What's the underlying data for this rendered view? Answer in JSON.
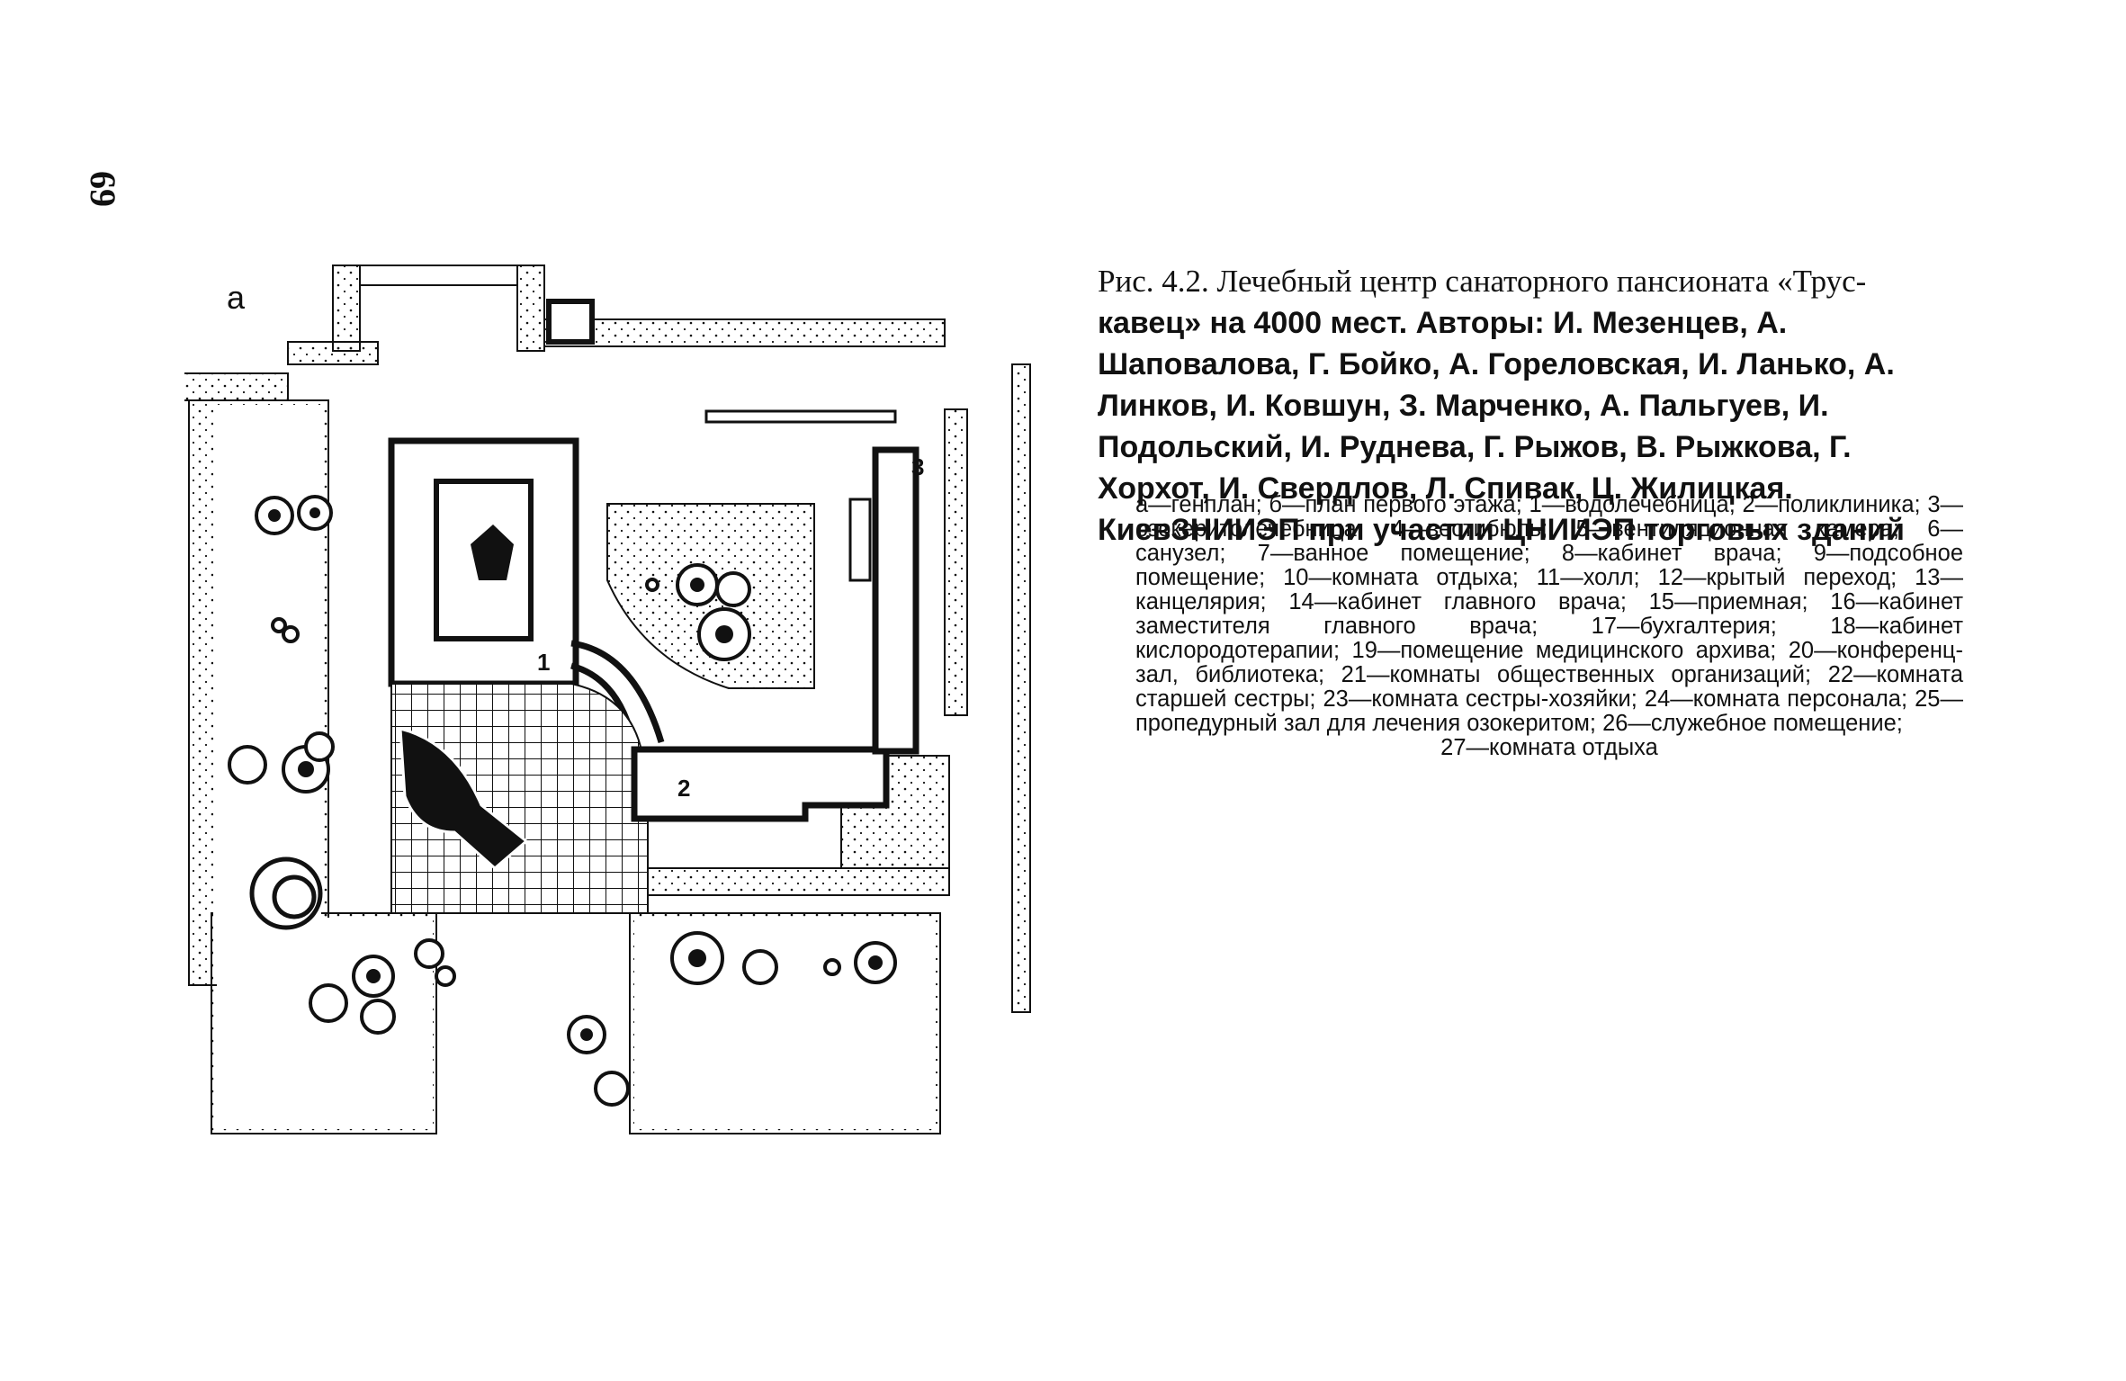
{
  "page_number": "69",
  "plan_label": "а",
  "building_labels": [
    "1",
    "2",
    "3"
  ],
  "caption_title": "Рис. 4.2. Лечебный центр санаторного пансионата «Трус-",
  "caption_body": "кавец» на 4000 мест. Авторы: И. Мезенцев, А. Шаповалова, Г. Бойко, А. Гореловская, И. Ланько, А. Линков, И. Ковшун, З. Марченко, А. Пальгуев, И. Подольский, И. Руднева, Г. Рыжов, В. Рыжкова, Г. Хорхот, И. Свердлов, Л. Спивак, Ц. Жилицкая. КиевЗНИИЭП при участии ЦНИИЭП торговых зданий",
  "legend_text": "а—генплан; б—план первого этажа; 1—водолечебница; 2—поликлиника; 3—озокеритолечебница; 4—вестибюль; 5—вентиляционная камера; 6—санузел; 7—ванное помещение; 8—кабинет врача; 9—подсобное помещение; 10—комната отдыха; 11—холл; 12—крытый переход; 13—канцелярия; 14—кабинет главного врача; 15—приемная; 16—кабинет заместителя главного врача; 17—бухгалтерия; 18—кабинет кислородотерапии; 19—помещение медицинского архива; 20—конференц-зал, библиотека; 21—комнаты общественных организаций; 22—комната старшей сестры; 23—комната сестры-хозяйки; 24—комната персонала; 25—пропедурный зал для лечения озокеритом; 26—служебное помещение;",
  "legend_last": "27—комната отдыха"
}
